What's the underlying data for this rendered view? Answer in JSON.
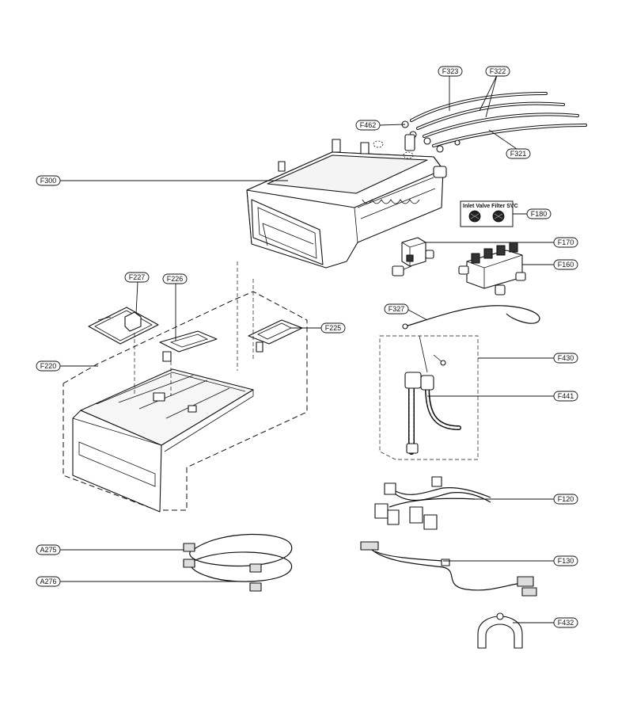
{
  "diagram": {
    "labels": {
      "F323": "F323",
      "F322": "F322",
      "F462": "F462",
      "F321": "F321",
      "F300": "F300",
      "F180": "F180",
      "F170": "F170",
      "F160": "F160",
      "F227": "F227",
      "F226": "F226",
      "F225": "F225",
      "F220": "F220",
      "F327": "F327",
      "F430": "F430",
      "F441": "F441",
      "F120": "F120",
      "F130": "F130",
      "A275": "A275",
      "A276": "A276",
      "F432": "F432"
    },
    "inlet_valve_filter_kit": {
      "title": "Inlet Valve Filter SVC"
    }
  }
}
